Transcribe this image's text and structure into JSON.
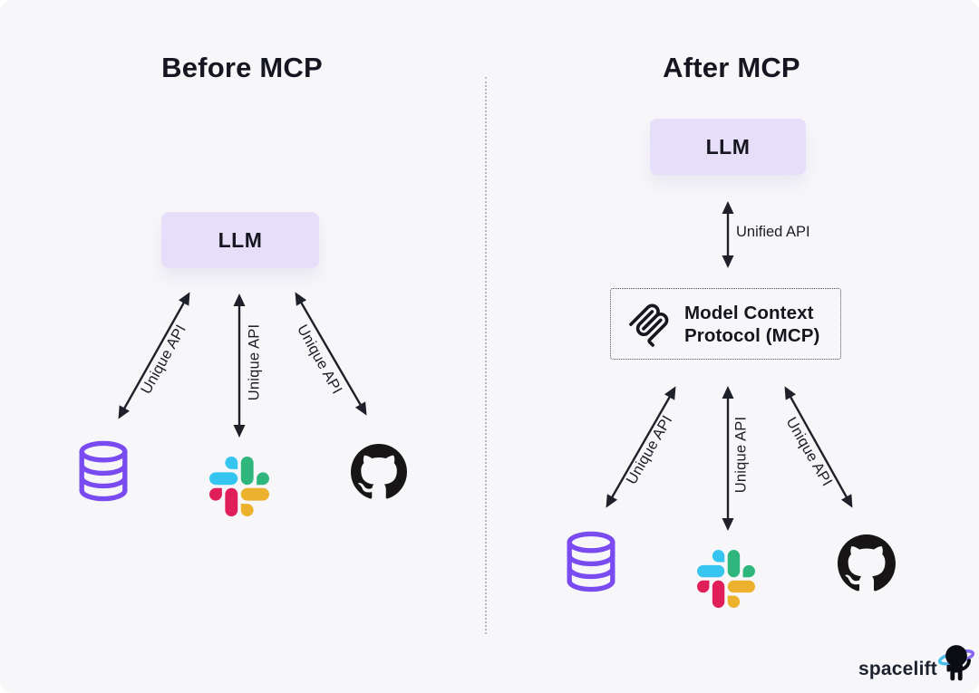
{
  "page": {
    "background": "#ffffff",
    "card_background": "#f7f7fa"
  },
  "before": {
    "title": "Before MCP",
    "llm_label": "LLM",
    "connections": [
      {
        "label": "Unique API",
        "target": "database"
      },
      {
        "label": "Unique API",
        "target": "slack"
      },
      {
        "label": "Unique API",
        "target": "github"
      }
    ]
  },
  "after": {
    "title": "After MCP",
    "llm_label": "LLM",
    "unified_api_label": "Unified API",
    "mcp": {
      "title_line1": "Model Context",
      "title_line2": "Protocol (MCP)"
    },
    "connections": [
      {
        "label": "Unique API",
        "target": "database"
      },
      {
        "label": "Unique API",
        "target": "slack"
      },
      {
        "label": "Unique API",
        "target": "github"
      }
    ]
  },
  "brand": {
    "name": "spacelift"
  },
  "icons": {
    "database": "database-icon",
    "slack": "slack-icon",
    "github": "github-icon",
    "mcp": "mcp-logo-icon",
    "spacelift": "spacelift-planet-astronaut-icon"
  },
  "colors": {
    "title_text": "#15161f",
    "llm_box_fill": "#e7dffa",
    "arrow": "#1f2029",
    "database_purple": "#7a4bf0",
    "slack_blue": "#36c5f0",
    "slack_green": "#2eb67d",
    "slack_red": "#e01e5a",
    "slack_yellow": "#ecb22e",
    "github_black": "#171515",
    "mcp_border": "#4a4a52",
    "divider": "#b9bac3",
    "spacelift_ring_start": "#45c4e8",
    "spacelift_ring_end": "#8a63f4"
  }
}
